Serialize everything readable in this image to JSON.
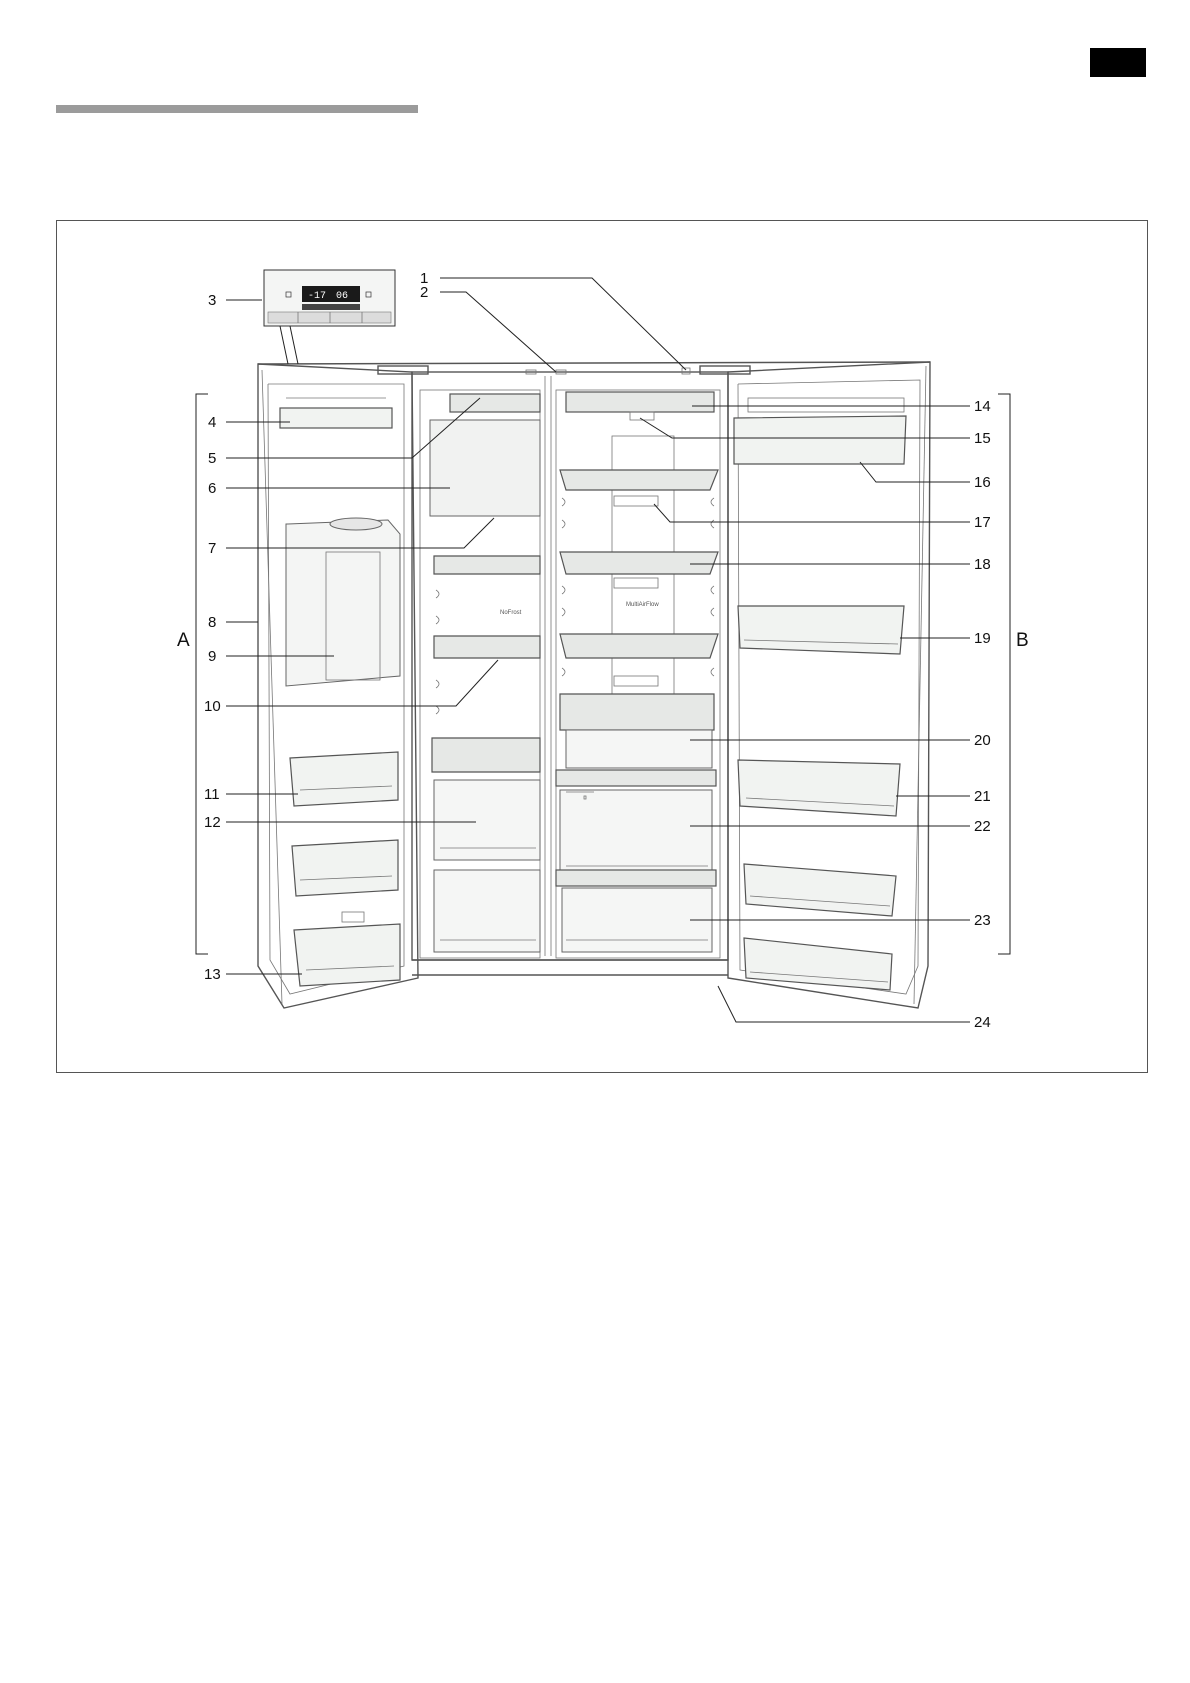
{
  "page": {
    "marker_color": "#000000",
    "rule_color": "#9b9b9b"
  },
  "diagram": {
    "control_panel": {
      "display_left": "-17",
      "display_right": "06"
    },
    "compartments": {
      "left": "A",
      "right": "B"
    },
    "interior_labels": {
      "freezer_logo": "NoFrost",
      "fridge_logo": "MultiAirFlow"
    },
    "callouts": [
      "1",
      "2",
      "3",
      "4",
      "5",
      "6",
      "7",
      "8",
      "9",
      "10",
      "11",
      "12",
      "13",
      "14",
      "15",
      "16",
      "17",
      "18",
      "19",
      "20",
      "21",
      "22",
      "23",
      "24"
    ]
  }
}
